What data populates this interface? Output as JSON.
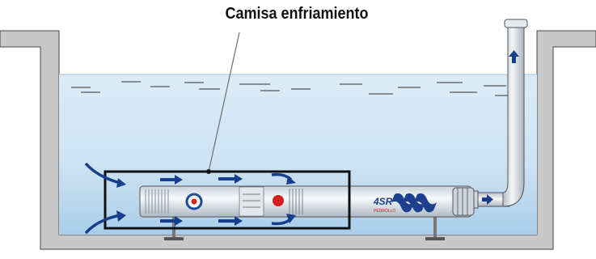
{
  "diagram": {
    "title": "Camisa enfriamiento",
    "pump_model": "4SR",
    "brand": "PEDROLLO",
    "colors": {
      "water": "#cfe3f3",
      "water_deep": "#a9cde9",
      "tank": "#c8c8c8",
      "arrow": "#163e8c",
      "pipe": "#dfe4ea",
      "jacket_outline": "#111111"
    },
    "icons": [
      "flow-arrow-icon",
      "pedrollo-logo-icon",
      "wave-logo-icon"
    ]
  }
}
